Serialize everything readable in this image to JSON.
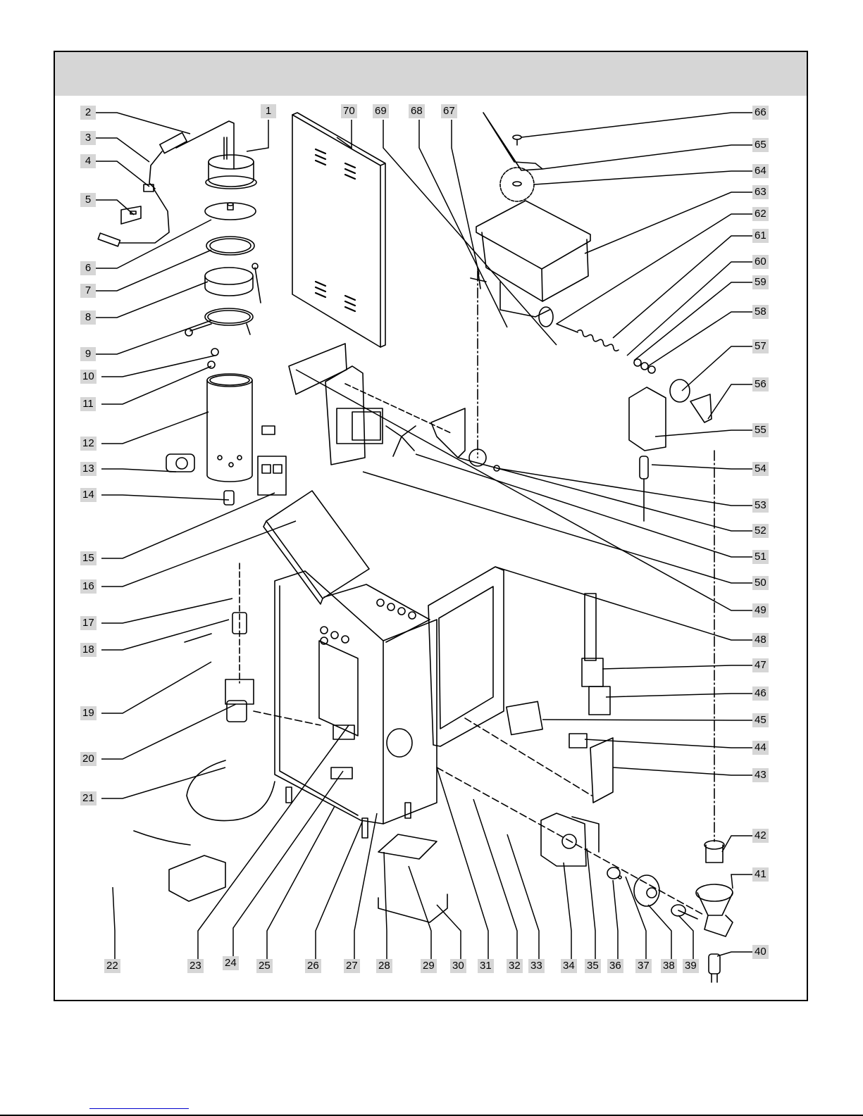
{
  "diagram": {
    "type": "exploded-parts-diagram",
    "header_band_text": "",
    "part_labels": [
      "1",
      "2",
      "3",
      "4",
      "5",
      "6",
      "7",
      "8",
      "9",
      "10",
      "11",
      "12",
      "13",
      "14",
      "15",
      "16",
      "17",
      "18",
      "19",
      "20",
      "21",
      "22",
      "23",
      "24",
      "25",
      "26",
      "27",
      "28",
      "29",
      "30",
      "31",
      "32",
      "33",
      "34",
      "35",
      "36",
      "37",
      "38",
      "39",
      "40",
      "41",
      "42",
      "43",
      "44",
      "45",
      "46",
      "47",
      "48",
      "49",
      "50",
      "51",
      "52",
      "53",
      "54",
      "55",
      "56",
      "57",
      "58",
      "59",
      "60",
      "61",
      "62",
      "63",
      "64",
      "65",
      "66",
      "67",
      "68",
      "69",
      "70"
    ],
    "components": [
      {
        "id": "heater-cap-assembly",
        "label": "1"
      },
      {
        "id": "overflow-tube",
        "label": "2"
      },
      {
        "id": "tube-bracket",
        "label": "3"
      },
      {
        "id": "clip",
        "label": "4"
      },
      {
        "id": "plate",
        "label": "5"
      },
      {
        "id": "diffuser-disc",
        "label": "6"
      },
      {
        "id": "gasket-ring",
        "label": "7"
      },
      {
        "id": "tank-clamp",
        "label": "8"
      },
      {
        "id": "heating-element",
        "label": "9"
      },
      {
        "id": "washer",
        "label": "10"
      },
      {
        "id": "nut",
        "label": "11"
      },
      {
        "id": "hot-water-tank",
        "label": "12"
      },
      {
        "id": "thermostat",
        "label": "13"
      },
      {
        "id": "elbow-fitting",
        "label": "14"
      },
      {
        "id": "relay-block",
        "label": "15"
      },
      {
        "id": "top-lid",
        "label": "16"
      },
      {
        "id": "inlet-fitting",
        "label": "17"
      },
      {
        "id": "flow-regulator",
        "label": "18"
      },
      {
        "id": "fitting-nut",
        "label": "19"
      },
      {
        "id": "inlet-valve",
        "label": "20"
      },
      {
        "id": "power-cord",
        "label": "21"
      },
      {
        "id": "transformer",
        "label": "22"
      },
      {
        "id": "terminal-block",
        "label": "23"
      },
      {
        "id": "control-board",
        "label": "24"
      },
      {
        "id": "frame-base",
        "label": "25"
      },
      {
        "id": "leg",
        "label": "26"
      },
      {
        "id": "screw",
        "label": "27"
      },
      {
        "id": "drip-grate",
        "label": "28"
      },
      {
        "id": "drip-tray",
        "label": "29"
      },
      {
        "id": "drip-tray-support",
        "label": "30"
      },
      {
        "id": "switch",
        "label": "31"
      },
      {
        "id": "rocker-switch",
        "label": "32"
      },
      {
        "id": "spring-connector",
        "label": "33"
      },
      {
        "id": "whipper-motor",
        "label": "34"
      },
      {
        "id": "motor-bracket",
        "label": "35"
      },
      {
        "id": "seal-washer",
        "label": "36"
      },
      {
        "id": "o-ring",
        "label": "37"
      },
      {
        "id": "mixing-chamber-base",
        "label": "38"
      },
      {
        "id": "impeller",
        "label": "39"
      },
      {
        "id": "dispense-nozzle",
        "label": "40"
      },
      {
        "id": "mixing-bowl",
        "label": "41"
      },
      {
        "id": "funnel-insert",
        "label": "42"
      },
      {
        "id": "switch-bracket",
        "label": "43"
      },
      {
        "id": "micro-switch",
        "label": "44"
      },
      {
        "id": "dispense-switch",
        "label": "45"
      },
      {
        "id": "valve-bracket",
        "label": "46"
      },
      {
        "id": "hot-water-valve",
        "label": "47"
      },
      {
        "id": "front-door",
        "label": "48"
      },
      {
        "id": "motor-plate",
        "label": "49"
      },
      {
        "id": "auger-motor",
        "label": "50"
      },
      {
        "id": "fan-blade",
        "label": "51"
      },
      {
        "id": "motor-support",
        "label": "52"
      },
      {
        "id": "coupling",
        "label": "53"
      },
      {
        "id": "level-probe",
        "label": "54"
      },
      {
        "id": "spout-housing",
        "label": "55"
      },
      {
        "id": "spout-elbow",
        "label": "56"
      },
      {
        "id": "spout-cap",
        "label": "57"
      },
      {
        "id": "auger-nut",
        "label": "58"
      },
      {
        "id": "auger-washer",
        "label": "59"
      },
      {
        "id": "auger-spring",
        "label": "60"
      },
      {
        "id": "auger-coil",
        "label": "61"
      },
      {
        "id": "auger-shaft",
        "label": "62"
      },
      {
        "id": "product-hopper",
        "label": "63"
      },
      {
        "id": "agitator-gear",
        "label": "64"
      },
      {
        "id": "hopper-lid-lever",
        "label": "65"
      },
      {
        "id": "knob",
        "label": "66"
      },
      {
        "id": "agitator",
        "label": "67"
      },
      {
        "id": "retaining-clip",
        "label": "68"
      },
      {
        "id": "pin",
        "label": "69"
      },
      {
        "id": "side-panel",
        "label": "70"
      }
    ]
  }
}
